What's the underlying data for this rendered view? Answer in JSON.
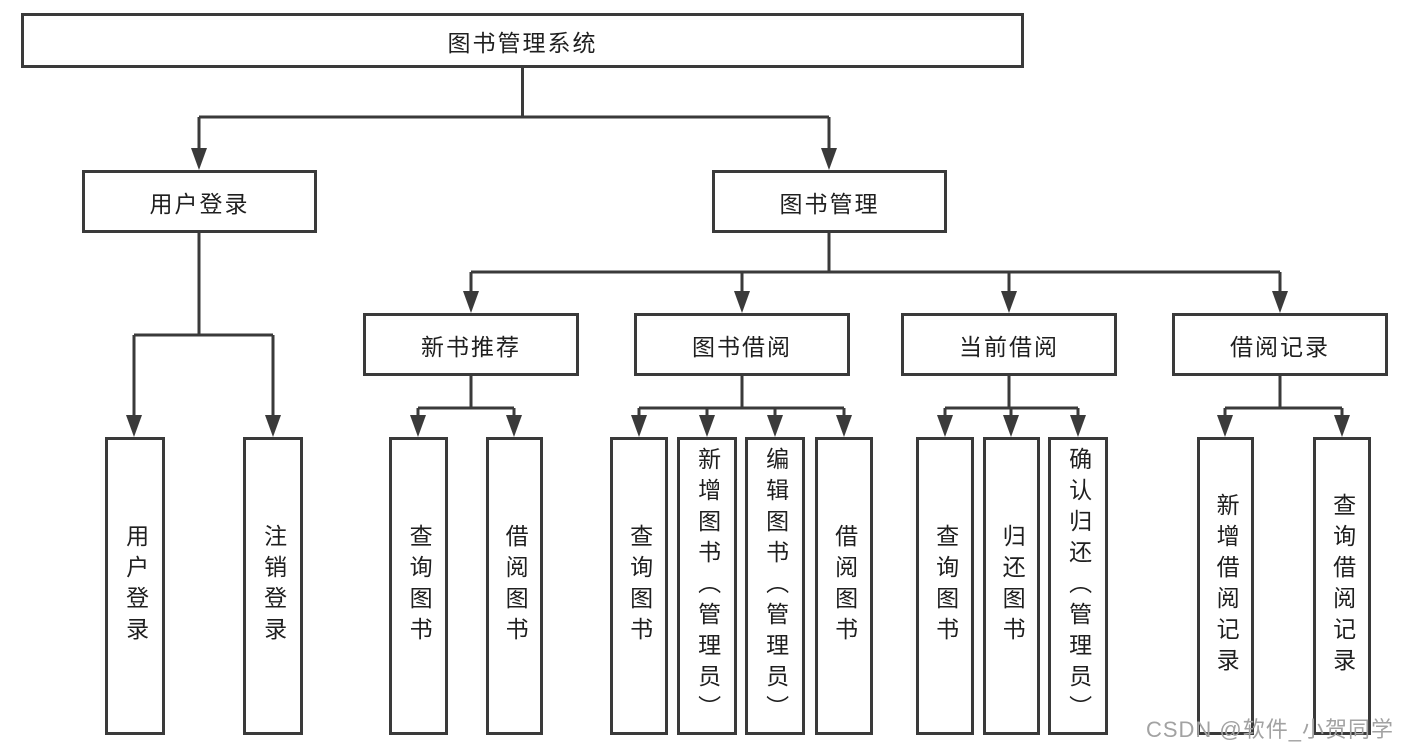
{
  "diagram": {
    "root": {
      "label": "图书管理系统"
    },
    "branches": [
      {
        "label": "用户登录",
        "leaves": [
          {
            "label": "用户登录"
          },
          {
            "label": "注销登录"
          }
        ]
      },
      {
        "label": "图书管理",
        "groups": [
          {
            "label": "新书推荐",
            "leaves": [
              {
                "label": "查询图书"
              },
              {
                "label": "借阅图书"
              }
            ]
          },
          {
            "label": "图书借阅",
            "leaves": [
              {
                "label": "查询图书"
              },
              {
                "label": "新增图书（管理员）"
              },
              {
                "label": "编辑图书（管理员）"
              },
              {
                "label": "借阅图书"
              }
            ]
          },
          {
            "label": "当前借阅",
            "leaves": [
              {
                "label": "查询图书"
              },
              {
                "label": "归还图书"
              },
              {
                "label": "确认归还（管理员）"
              }
            ]
          },
          {
            "label": "借阅记录",
            "leaves": [
              {
                "label": "新增借阅记录"
              },
              {
                "label": "查询借阅记录"
              }
            ]
          }
        ]
      }
    ]
  },
  "watermark": {
    "text": "CSDN @软件_小贺同学"
  },
  "colors": {
    "line": "#3a3a3a",
    "text": "#1f1f1f",
    "background": "#ffffff",
    "watermark": "#a2a2a2"
  }
}
